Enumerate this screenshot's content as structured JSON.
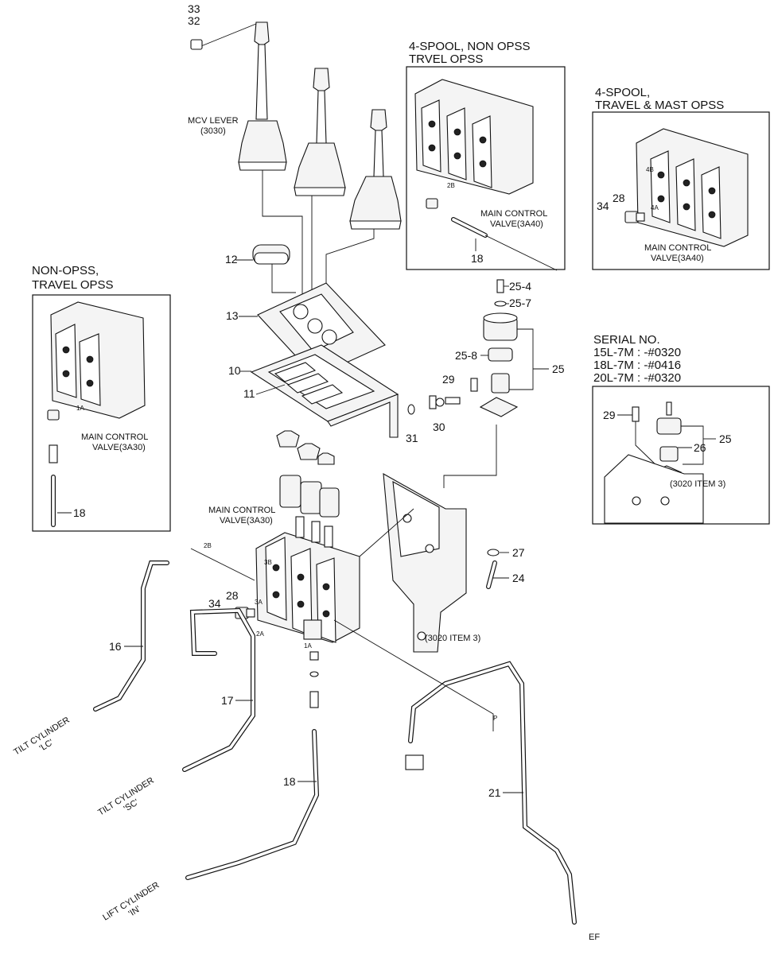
{
  "labels": {
    "p33": "33",
    "p32": "32",
    "mcv_lever": "MCV LEVER",
    "mcv_lever_code": "(3030)",
    "p12": "12",
    "p13": "13",
    "p10": "10",
    "p11": "11",
    "p31": "31",
    "p30": "30",
    "p29": "29",
    "p25_4": "25-4",
    "p25_7": "25-7",
    "p25_8": "25-8",
    "p25": "25",
    "p27": "27",
    "p24": "24",
    "bracket_ref": "(3020 ITEM 3)",
    "mcv_center_l1": "MAIN CONTROL",
    "mcv_center_l2": "VALVE(3A30)",
    "p28": "28",
    "p34": "34",
    "p16": "16",
    "p17": "17",
    "p18": "18",
    "p21": "21",
    "port_2b": "2B",
    "port_3b": "3B",
    "port_3a": "3A",
    "port_2a": "2A",
    "port_1a": "1A",
    "port_p": "P",
    "ef": "EF",
    "tilt_lc_l1": "TILT CYLINDER",
    "tilt_lc_l2": "'LC'",
    "tilt_sc_l1": "TILT CYLINDER",
    "tilt_sc_l2": "'SC'",
    "lift_in_l1": "LIFT CYLINDER",
    "lift_in_l2": "'IN'"
  },
  "inset_non_opss": {
    "title_l1": "NON-OPSS,",
    "title_l2": "TRAVEL OPSS",
    "mcv_l1": "MAIN CONTROL",
    "mcv_l2": "VALVE(3A30)",
    "part": "18",
    "port": "1A"
  },
  "inset_4spool_non_opss": {
    "title_l1": "4-SPOOL, NON OPSS",
    "title_l2": "TRVEL OPSS",
    "mcv_l1": "MAIN CONTROL",
    "mcv_l2": "VALVE(3A40)",
    "part": "18",
    "port": "2B"
  },
  "inset_4spool_mast": {
    "title_l1": "4-SPOOL,",
    "title_l2": "TRAVEL & MAST OPSS",
    "mcv_l1": "MAIN CONTROL",
    "mcv_l2": "VALVE(3A40)",
    "part_28": "28",
    "part_34": "34",
    "port_4b": "4B",
    "port_4a": "4A"
  },
  "inset_serial": {
    "title": "SERIAL NO.",
    "line1": "15L-7M : -#0320",
    "line2": "18L-7M : -#0416",
    "line3": "20L-7M : -#0320",
    "part_29": "29",
    "part_26": "26",
    "part_25": "25",
    "ref": "(3020 ITEM 3)"
  }
}
